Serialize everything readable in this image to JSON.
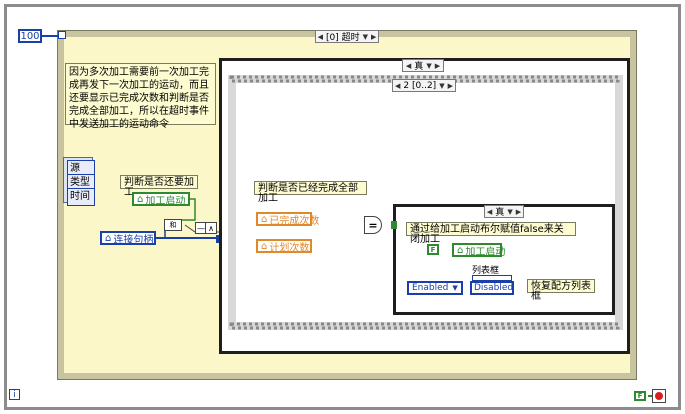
{
  "const_timeout": "100",
  "event_selector": "[0] 超时",
  "case_selector_outer": "真",
  "seq_selector": "2 [0..2]",
  "case_selector_inner": "真",
  "comment_main": "因为多次加工需要前一次加工完成再发下一次加工的运动，而且还要显示已完成次数和判断是否完成全部加工，所以在超时事件中发送加工的运动命令",
  "event_data_node": [
    "源",
    "类型",
    "时间"
  ],
  "comment_check_more": "判断是否还要加工",
  "prop_process_start": "加工启动",
  "ref_conn_handle": "连接句柄",
  "comment_check_all": "判断是否已经完成全部加工",
  "prop_done_count": "已完成次数",
  "prop_plan_count": "计划次数",
  "comment_close": "通过给加工启动布尔赋值false来关闭加工",
  "bool_false": "F",
  "prop_process_start_inner": "加工启动",
  "label_listbox": "列表框",
  "enum_enabled": "Enabled",
  "listbox_disabled": "Disabled",
  "comment_restore": "恢复配方列表框",
  "stop_bool": "F",
  "info_icon": "i",
  "node_tag": "和"
}
